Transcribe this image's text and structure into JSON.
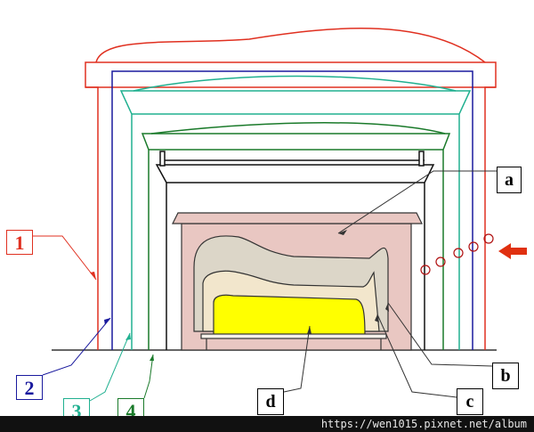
{
  "labels": {
    "one": "1",
    "two": "2",
    "three": "3",
    "four": "4",
    "a": "a",
    "b": "b",
    "c": "c",
    "d": "d"
  },
  "watermark": "https://wen1015.pixnet.net/album",
  "colors": {
    "layer1": "#e03020",
    "layer2": "#1a1a9e",
    "layer3": "#20b090",
    "layer4": "#1a7a2a",
    "chamber_fill": "#e9c7c2",
    "body_fill": "#ffff00",
    "outer_silhouette": "#dcd6c8",
    "inner_silhouette": "#f2e6cc",
    "arrow": "#e03010"
  }
}
